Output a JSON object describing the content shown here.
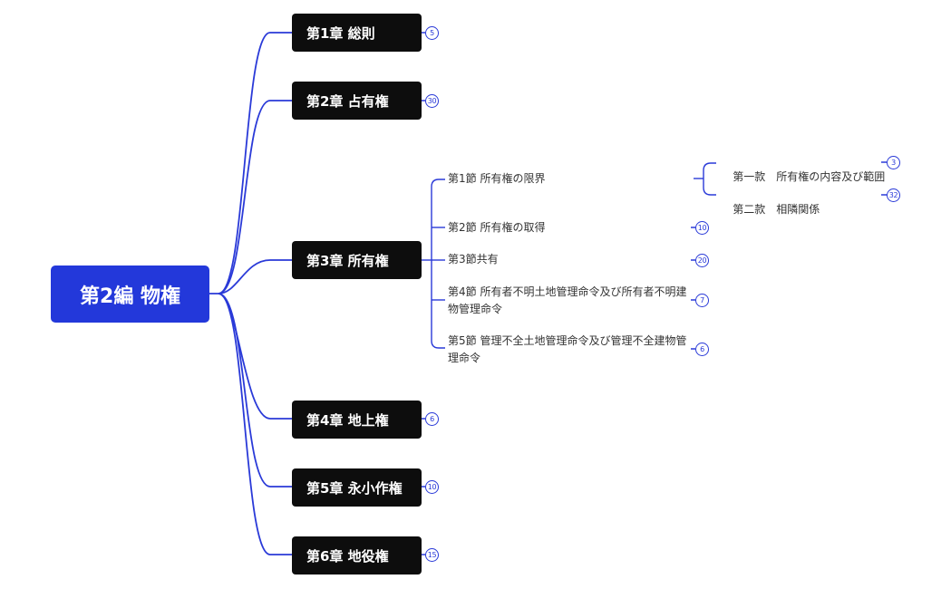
{
  "root": {
    "label": "第2編 物権"
  },
  "chapters": [
    {
      "label": "第1章 総則",
      "count": "5"
    },
    {
      "label": "第2章 占有権",
      "count": "30"
    },
    {
      "label": "第3章 所有権",
      "count": ""
    },
    {
      "label": "第4章 地上権",
      "count": "6"
    },
    {
      "label": "第5章 永小作権",
      "count": "10"
    },
    {
      "label": "第6章 地役権",
      "count": "15"
    }
  ],
  "sections": [
    {
      "label": "第1節 所有権の限界",
      "count": ""
    },
    {
      "label": "第2節 所有権の取得",
      "count": "10"
    },
    {
      "label": "第3節共有",
      "count": "20"
    },
    {
      "label": "第4節 所有者不明土地管理命令及び所有者不明建物管理命令",
      "count": "7"
    },
    {
      "label": "第5節 管理不全土地管理命令及び管理不全建物管理命令",
      "count": "6"
    }
  ],
  "subsections": [
    {
      "label": "第一款　所有権の内容及び範囲",
      "count": "3"
    },
    {
      "label": "第二款　相隣関係",
      "count": "32"
    }
  ],
  "colors": {
    "root_bg": "#2338da",
    "chapter_bg": "#0d0d0d",
    "connector": "#2a3ad8"
  }
}
